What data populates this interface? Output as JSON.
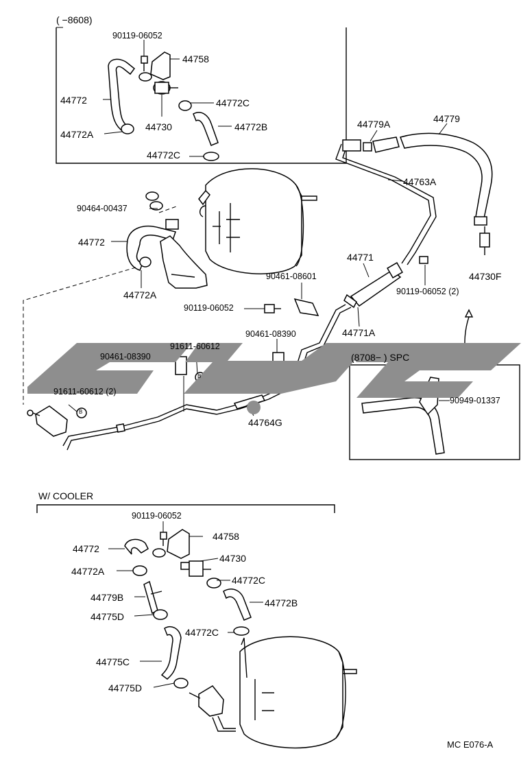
{
  "top_box": {
    "header": "(      −8608)",
    "labels": [
      "90119-06052",
      "44758",
      "44772",
      "44772C",
      "44730",
      "44772B",
      "44772A",
      "44772C"
    ]
  },
  "main": {
    "labels": {
      "p44779A": "44779A",
      "p44779": "44779",
      "p44763A": "44763A",
      "p90464": "90464-00437",
      "p44772": "44772",
      "p44772A": "44772A",
      "p44771": "44771",
      "p90461_08601": "90461-08601",
      "p44730F": "44730F",
      "p90119_2": "90119-06052 (2)",
      "p90119": "90119-06052",
      "p44771A": "44771A",
      "p90461_08390_r": "90461-08390",
      "p91611": "91611-60612",
      "p90461_08390_l": "90461-08390",
      "p91611_2": "91611-60612 (2)",
      "p44764G": "44764G",
      "marker_b": "B"
    }
  },
  "spc_box": {
    "header": "(8708−        ) SPC",
    "label": "90949-01337"
  },
  "cooler": {
    "header": "W/ COOLER",
    "labels": [
      "90119-06052",
      "44758",
      "44772",
      "44730",
      "44772A",
      "44772C",
      "44779B",
      "44772B",
      "44775D",
      "44772C",
      "44775C",
      "44775D"
    ]
  },
  "footer": {
    "code": "MC  E076-A"
  },
  "watermark": {
    "color": "#8e8e8e"
  }
}
